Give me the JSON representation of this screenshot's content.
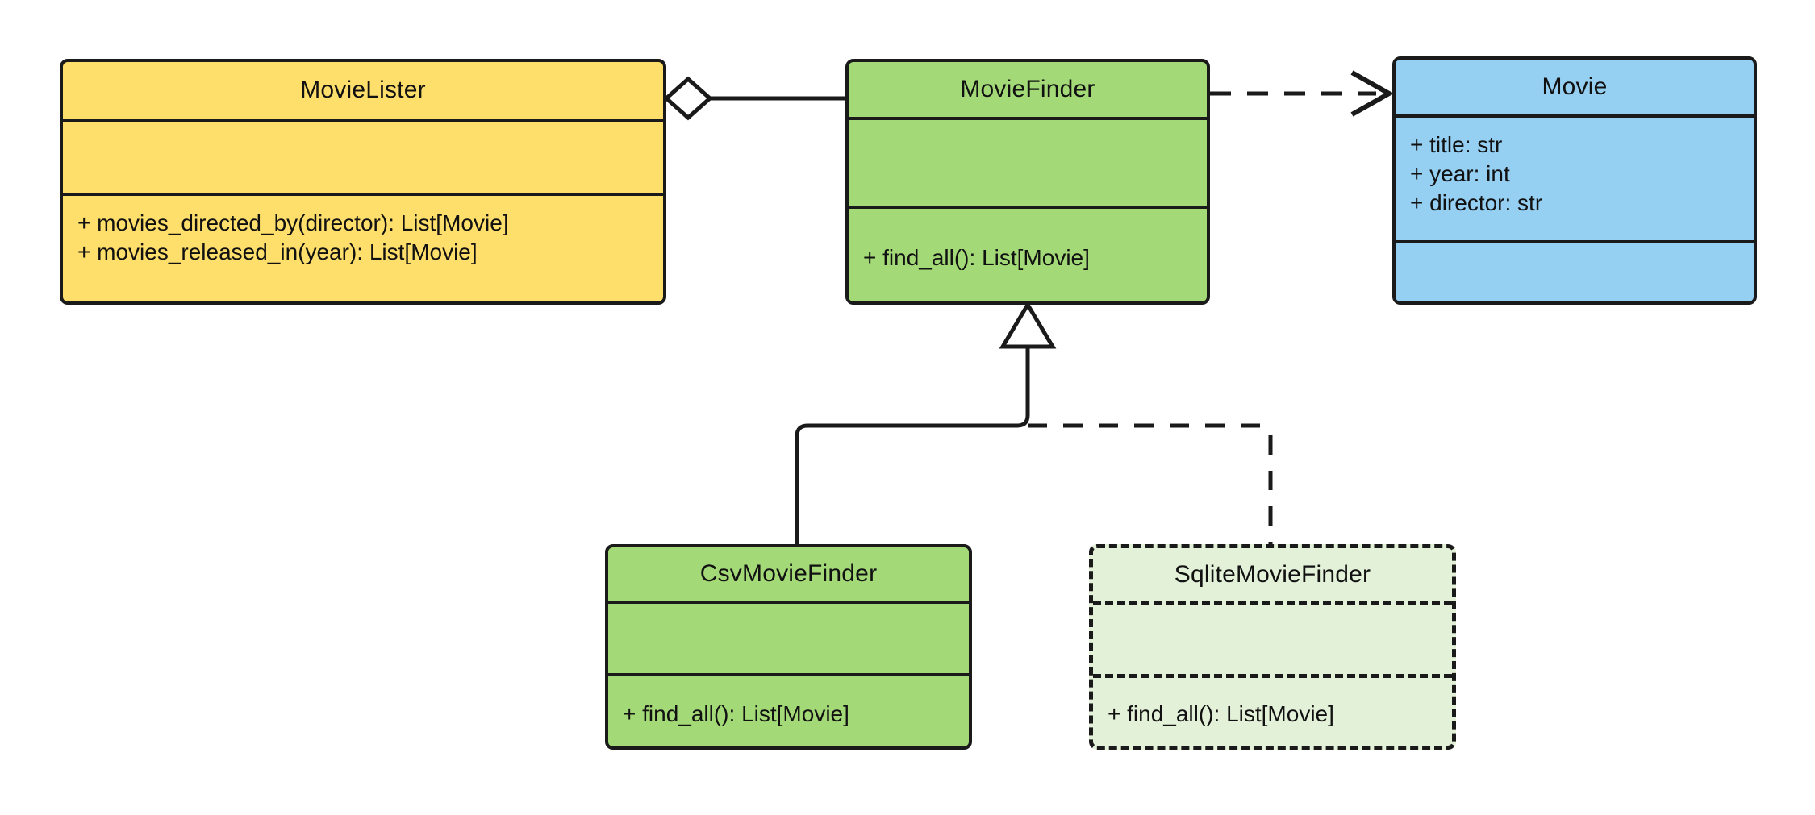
{
  "diagram": {
    "type": "uml-class-diagram",
    "title": "MovieLister dependency injection class diagram",
    "background": "#ffffff",
    "line_color": "#1a1a1a"
  },
  "palette": {
    "yellow": "#FFDF6B",
    "green": "#A3D977",
    "blue": "#95CFF2",
    "pale_green": "#E3F1D8",
    "outline": "#1a1a1a",
    "white": "#ffffff"
  },
  "classes": [
    {
      "id": "movie-lister",
      "name": "MovieLister",
      "fill": "#FFDF6B",
      "style": "solid",
      "attributes": [],
      "methods": [
        "+ movies_directed_by(director): List[Movie]",
        "+ movies_released_in(year): List[Movie]"
      ]
    },
    {
      "id": "movie-finder",
      "name": "MovieFinder",
      "fill": "#A3D977",
      "style": "solid",
      "attributes": [],
      "methods": [
        "+ find_all(): List[Movie]"
      ]
    },
    {
      "id": "movie",
      "name": "Movie",
      "fill": "#95CFF2",
      "style": "solid",
      "attributes": [
        "+ title: str",
        "+ year: int",
        "+ director: str"
      ],
      "methods": []
    },
    {
      "id": "csv-movie-finder",
      "name": "CsvMovieFinder",
      "fill": "#A3D977",
      "style": "solid",
      "attributes": [],
      "methods": [
        "+ find_all(): List[Movie]"
      ]
    },
    {
      "id": "sqlite-movie-finder",
      "name": "SqliteMovieFinder",
      "fill": "#E3F1D8",
      "style": "dashed",
      "attributes": [],
      "methods": [
        "+ find_all(): List[Movie]"
      ]
    }
  ],
  "relationships": [
    {
      "id": "aggregation-lister-finder",
      "kind": "aggregation",
      "source": "MovieLister",
      "target": "MovieFinder",
      "line": "solid",
      "marker": "hollow-diamond"
    },
    {
      "id": "dependency-finder-movie",
      "kind": "dependency",
      "source": "MovieFinder",
      "target": "Movie",
      "line": "dashed",
      "marker": "open-arrow"
    },
    {
      "id": "inheritance-csv-finder",
      "kind": "generalization",
      "source": "CsvMovieFinder",
      "target": "MovieFinder",
      "line": "solid",
      "marker": "hollow-triangle"
    },
    {
      "id": "inheritance-sqlite-finder",
      "kind": "generalization",
      "source": "SqliteMovieFinder",
      "target": "MovieFinder",
      "line": "dashed",
      "marker": "hollow-triangle"
    }
  ]
}
